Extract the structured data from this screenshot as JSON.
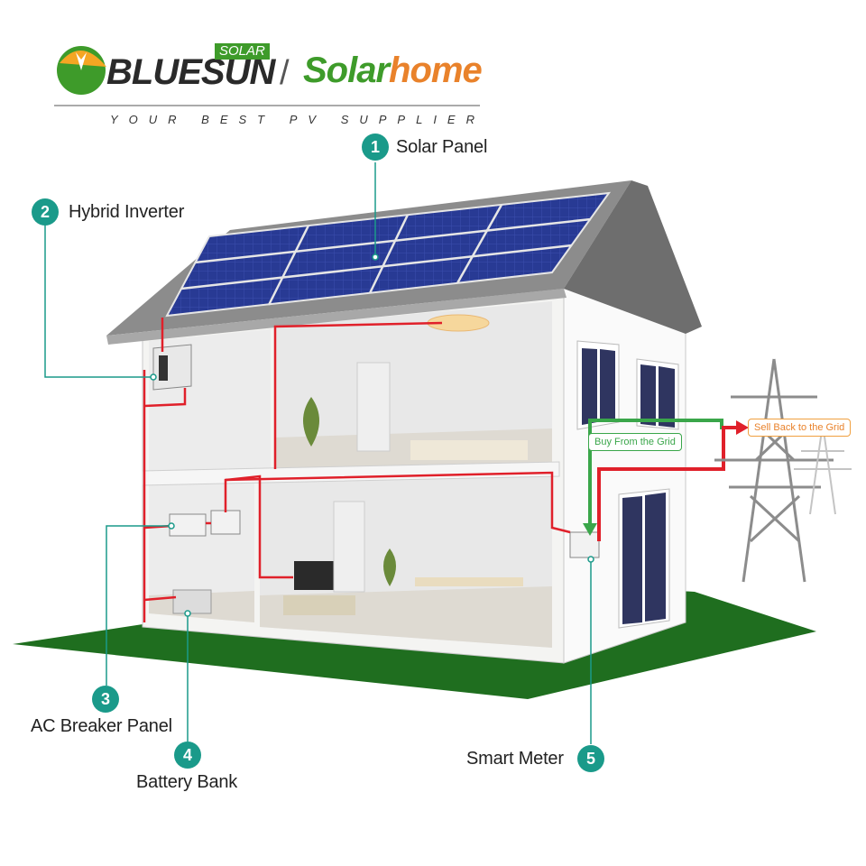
{
  "brand": {
    "bluesun": "BLUESUN",
    "solar_tag": "SOLAR",
    "separator": "/",
    "solarhome_part1": "Solar",
    "solarhome_part2": "home",
    "tagline": "YOUR BEST PV SUPPLIER"
  },
  "components": [
    {
      "number": "1",
      "label": "Solar Panel"
    },
    {
      "number": "2",
      "label": "Hybrid Inverter"
    },
    {
      "number": "3",
      "label": "AC Breaker Panel"
    },
    {
      "number": "4",
      "label": "Battery Bank"
    },
    {
      "number": "5",
      "label": "Smart Meter"
    }
  ],
  "grid_flows": {
    "buy": "Buy From the Grid",
    "sell": "Sell Back to the Grid"
  },
  "colors": {
    "badge": "#1a9a8a",
    "wire": "#e0202a",
    "buy_arrow": "#3aa64a",
    "sell_arrow": "#e0202a",
    "grass": "#1f6e1f",
    "panel": "#26348a",
    "roof": "#8c8c8c"
  }
}
